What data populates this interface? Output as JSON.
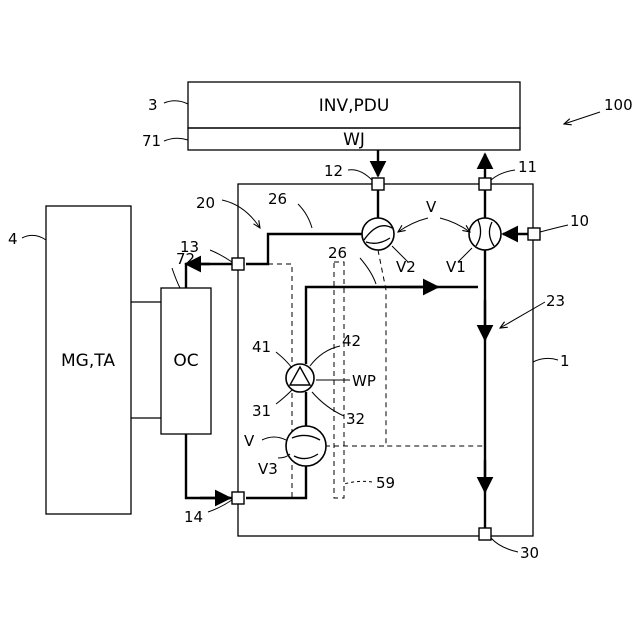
{
  "blocks": {
    "inv_pdu": "INV,PDU",
    "wj": "WJ",
    "mg_ta": "MG,TA",
    "oc": "OC",
    "wp": "WP"
  },
  "refs": {
    "r100": "100",
    "r3": "3",
    "r71": "71",
    "r4": "4",
    "r72": "72",
    "r20": "20",
    "r26a": "26",
    "r26b": "26",
    "r12": "12",
    "r11": "11",
    "r10": "10",
    "r13": "13",
    "rV": "V",
    "rV_left": "V",
    "rV1": "V1",
    "rV2": "V2",
    "rV3": "V3",
    "r23": "23",
    "r1": "1",
    "r41": "41",
    "r42": "42",
    "r31": "31",
    "r32": "32",
    "r14": "14",
    "r59": "59",
    "r30": "30"
  }
}
